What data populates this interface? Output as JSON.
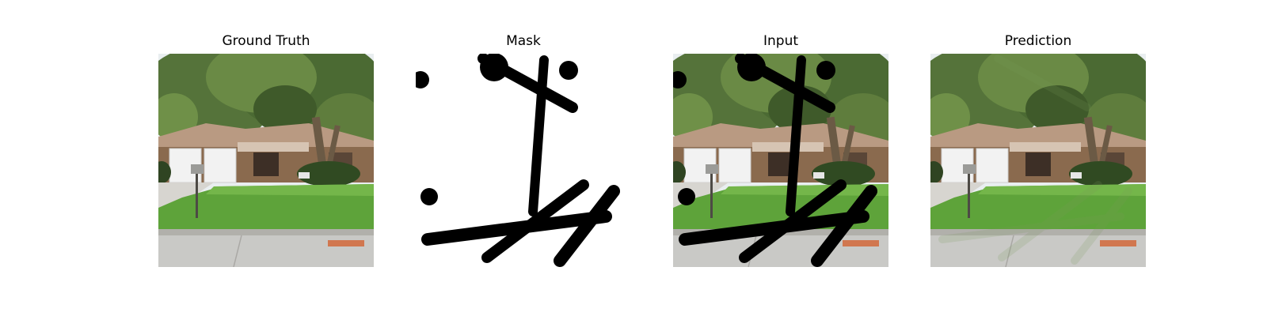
{
  "figure": {
    "panels": [
      {
        "title": "Ground Truth",
        "kind": "photo"
      },
      {
        "title": "Mask",
        "kind": "mask"
      },
      {
        "title": "Input",
        "kind": "masked-photo"
      },
      {
        "title": "Prediction",
        "kind": "inpainted-photo"
      }
    ]
  },
  "colors": {
    "mask_stroke": "#000000",
    "mask_background": "#ffffff",
    "sky": "#e9eef0",
    "tree_dark": "#3f5a2a",
    "tree_mid": "#5f7d3d",
    "lawn": "#5ea33a",
    "house_brick": "#8a6a4e",
    "roof": "#b99a82",
    "garage": "#f2f2f2",
    "road": "#c9c9c6",
    "date_stamp": "#d2693a"
  }
}
